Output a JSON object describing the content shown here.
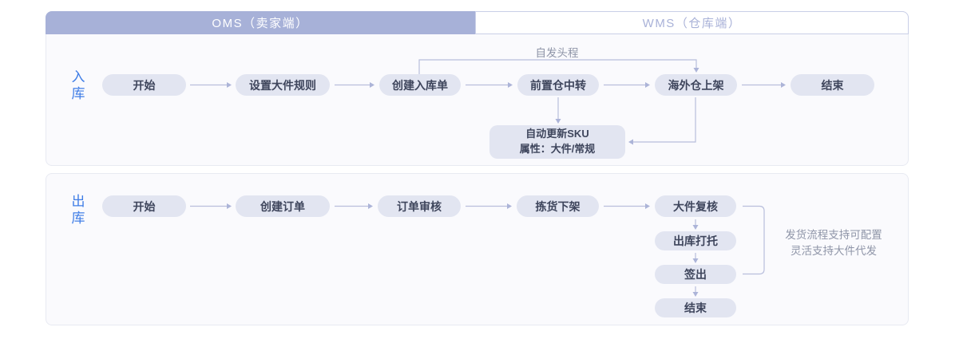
{
  "header": {
    "oms_label": "OMS（卖家端）",
    "wms_label": "WMS（仓库端）"
  },
  "inbound": {
    "lane_label": "入库",
    "nodes": [
      "开始",
      "设置大件规则",
      "创建入库单",
      "前置仓中转",
      "海外仓上架",
      "结束"
    ],
    "bypass_label": "自发头程",
    "sku_box": {
      "line1": "自动更新SKU",
      "line2": "属性：大件/常规"
    }
  },
  "outbound": {
    "lane_label": "出库",
    "nodes": [
      "开始",
      "创建订单",
      "订单审核",
      "拣货下架",
      "大件复核"
    ],
    "stack_nodes": [
      "出库打托",
      "签出",
      "结束"
    ],
    "note": {
      "line1": "发货流程支持可配置",
      "line2": "灵活支持大件代发"
    }
  },
  "colors": {
    "oms_header_bg": "#a7b1d8",
    "oms_header_text": "#ffffff",
    "wms_header_text": "#a9b2d8",
    "wms_header_border": "#c9cfe7",
    "panel_bg": "#fafafd",
    "panel_border": "#e8eaf2",
    "pill_bg": "#e2e5f1",
    "pill_text": "#3e455c",
    "lane_label_text": "#3f7de6",
    "connector": "#b8bedc",
    "note_text": "#8f95a8"
  }
}
